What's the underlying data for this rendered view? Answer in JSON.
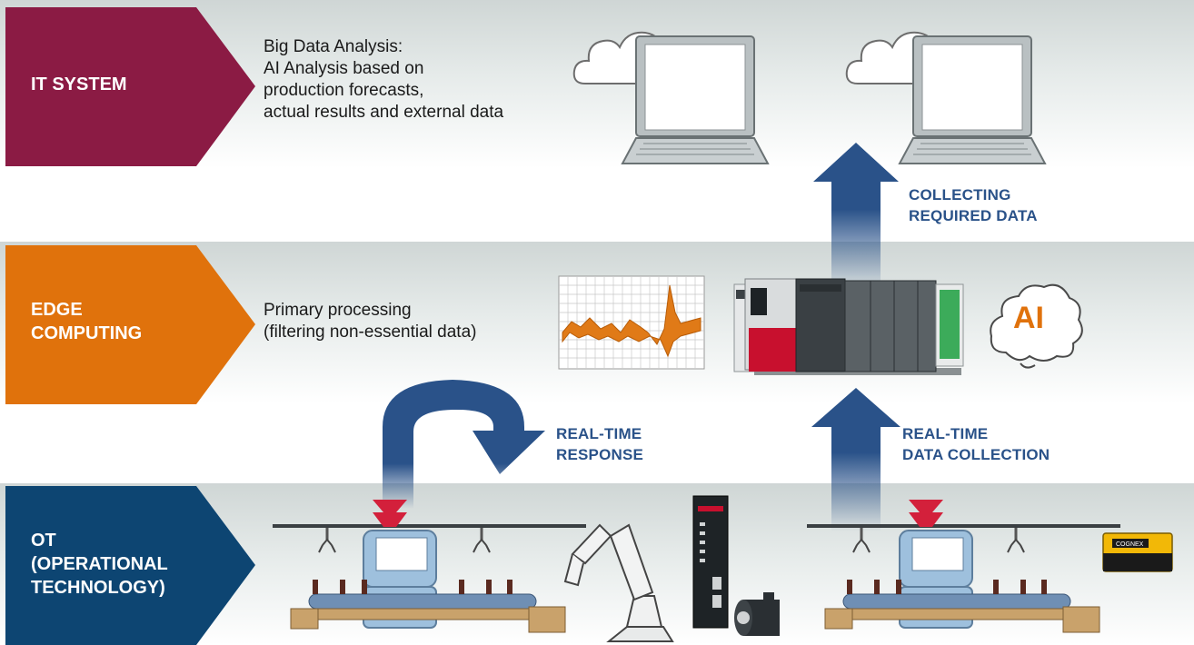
{
  "layers": [
    {
      "id": "it",
      "label": "IT SYSTEM",
      "color": "#8b1b44",
      "description": "Big Data Analysis:\nAI Analysis based on\nproduction forecasts,\nactual results and external data"
    },
    {
      "id": "edge",
      "label": "EDGE\nCOMPUTING",
      "color": "#e0720c",
      "description": "Primary processing\n(filtering non-essential data)"
    },
    {
      "id": "ot",
      "label": "OT\n(OPERATIONAL\nTECHNOLOGY)",
      "color": "#0d4572",
      "description": ""
    }
  ],
  "flows": {
    "collecting": "COLLECTING\nREQUIRED DATA",
    "response": "REAL-TIME\nRESPONSE",
    "collection": "REAL-TIME\nDATA COLLECTION"
  },
  "ai_badge": "AI",
  "camera_brand": "COGNEX",
  "colors": {
    "arrow": "#2a5289",
    "edge_accent": "#e0720c",
    "it_accent": "#8b1b44",
    "ot_accent": "#0d4572"
  },
  "icons": [
    "cloud-icon",
    "laptop-icon",
    "waveform-chart-icon",
    "plc-controller-icon",
    "thought-cloud-icon",
    "conveyor-line-icon",
    "robot-arm-icon",
    "servo-amplifier-icon",
    "servo-motor-icon",
    "vision-camera-icon"
  ]
}
